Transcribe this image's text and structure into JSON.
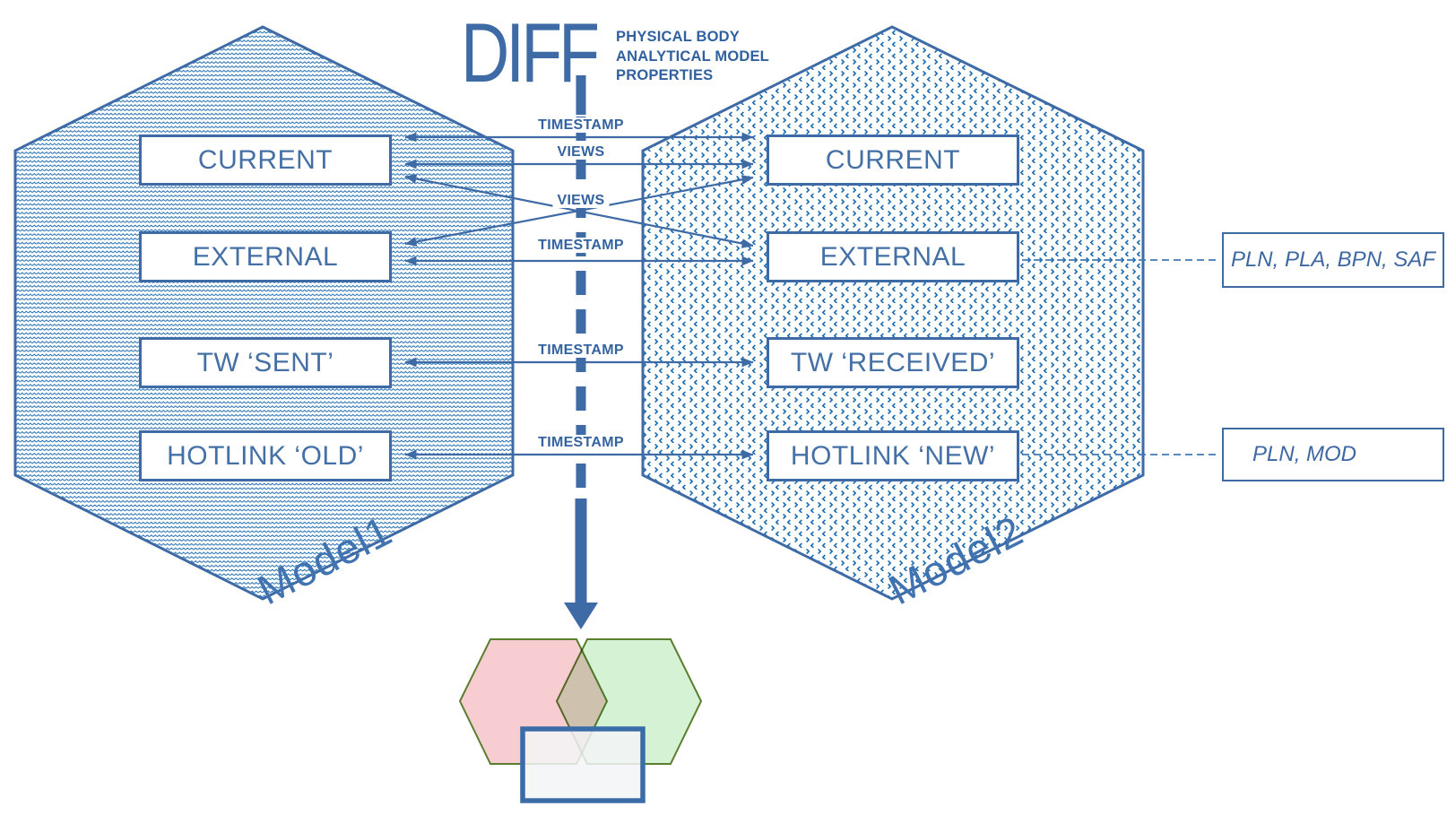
{
  "title": {
    "text": "DIFF",
    "subtitle_lines": [
      "PHYSICAL BODY",
      "ANALYTICAL MODEL",
      "PROPERTIES"
    ]
  },
  "model1": {
    "label": "Model1",
    "boxes": [
      "CURRENT",
      "EXTERNAL",
      "TW ‘SENT’",
      "HOTLINK ‘OLD’"
    ]
  },
  "model2": {
    "label": "Model2",
    "boxes": [
      "CURRENT",
      "EXTERNAL",
      "TW ‘RECEIVED’",
      "HOTLINK ‘NEW’"
    ]
  },
  "flows": {
    "labels": [
      "TIMESTAMP",
      "VIEWS",
      "VIEWS",
      "TIMESTAMP",
      "TIMESTAMP",
      "TIMESTAMP"
    ]
  },
  "annotations": [
    "PLN, PLA, BPN, SAF",
    "PLN, MOD"
  ],
  "colors": {
    "primary_blue": "#3e6ba6",
    "pattern_blue": "#1b6bb0",
    "box_text_blue": "#4470a6",
    "connector_blue": "#4179b4",
    "venn_left_fill": "#f7cdd1",
    "venn_right_fill": "#d5f2d5",
    "venn_border_green": "#5a7d2e",
    "result_rect_border": "#3a6ca8"
  }
}
